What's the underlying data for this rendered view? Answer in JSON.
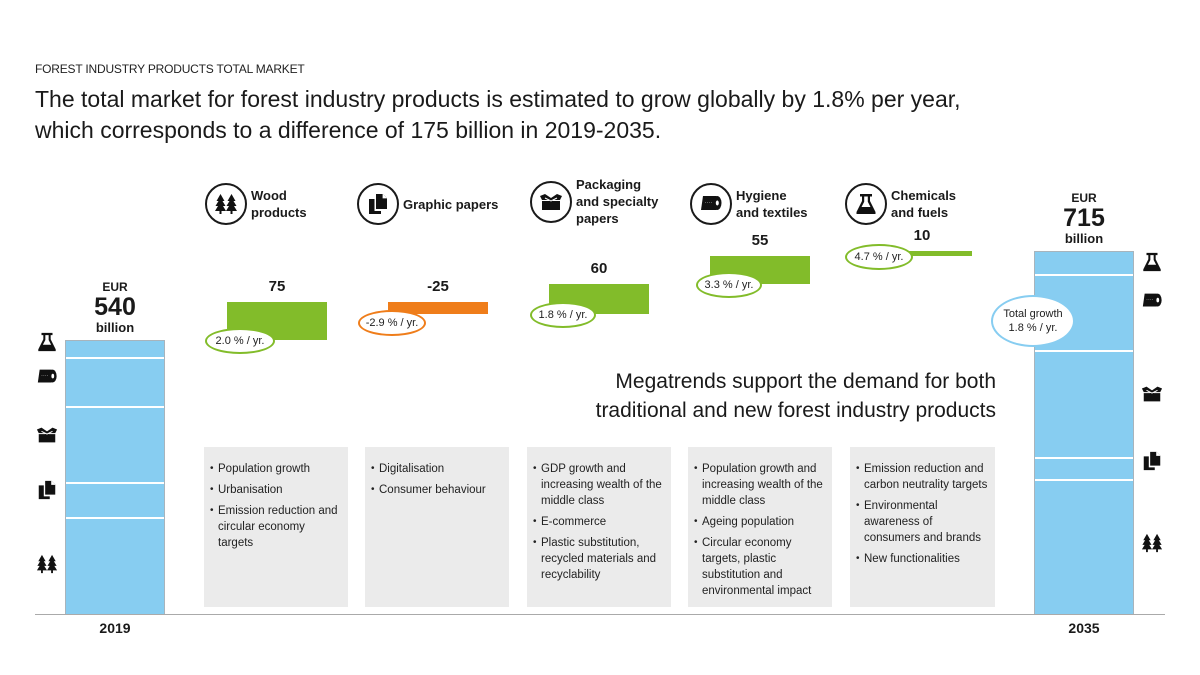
{
  "kicker": "FOREST INDUSTRY PRODUCTS TOTAL MARKET",
  "headline": {
    "line1": "The total market for forest industry products is estimated to grow globally by 1.8% per year,",
    "line2": "which corresponds to a difference of 175 billion in 2019-2035."
  },
  "megatrend": {
    "line1": "Megatrends support the demand for both",
    "line2": "traditional and new forest industry products"
  },
  "colors": {
    "total_bar": "#87cdf1",
    "growth": "#82bc2a",
    "decline": "#ef7d1a",
    "trend_box": "#ebebeb"
  },
  "chart_data": {
    "type": "bar",
    "title": "The total market for forest industry products is estimated to grow globally by 1.8% per year, which corresponds to a difference of 175 billion in 2019-2035.",
    "subtitle": "FOREST INDUSTRY PRODUCTS TOTAL MARKET",
    "xlabel": "",
    "ylabel": "EUR billion",
    "totals": [
      {
        "year": "2019",
        "currency": "EUR",
        "value": 540,
        "unit": "billion"
      },
      {
        "year": "2035",
        "currency": "EUR",
        "value": 715,
        "unit": "billion",
        "growth_label": "Total growth",
        "growth_rate": "1.8 % / yr."
      }
    ],
    "segments_order_bottom_to_top": [
      "Wood products",
      "Graphic papers",
      "Packaging and specialty papers",
      "Hygiene and textiles",
      "Chemicals and fuels"
    ],
    "categories": [
      "Wood products",
      "Graphic papers",
      "Packaging and specialty papers",
      "Hygiene and textiles",
      "Chemicals and fuels"
    ],
    "values": [
      75,
      -25,
      60,
      55,
      10
    ],
    "growth_rates": [
      "2.0 % / yr.",
      "-2.9 % / yr.",
      "1.8 % / yr.",
      "3.3 % / yr.",
      "4.7 % / yr."
    ],
    "segments_2019_approx": [
      190,
      70,
      150,
      95,
      35
    ],
    "segments_2035_approx": [
      265,
      45,
      210,
      150,
      45
    ],
    "ylim": [
      0,
      715
    ],
    "grid": false,
    "legend": "icons on sides of total bars"
  },
  "categories": [
    {
      "icon": "trees-icon",
      "title_lines": [
        "Wood",
        "products"
      ],
      "value_label": "75",
      "rate": "2.0 % / yr.",
      "trends": [
        "Population growth",
        "Urbanisation",
        "Emission reduction and circular economy targets"
      ]
    },
    {
      "icon": "documents-icon",
      "title_lines": [
        "Graphic papers"
      ],
      "value_label": "-25",
      "rate": "-2.9 % / yr.",
      "trends": [
        "Digitalisation",
        "Consumer behaviour"
      ]
    },
    {
      "icon": "box-icon",
      "title_lines": [
        "Packaging",
        "and specialty",
        "papers"
      ],
      "value_label": "60",
      "rate": "1.8 % / yr.",
      "trends": [
        "GDP growth and increasing wealth of the middle class",
        "E-commerce",
        "Plastic substitution, recycled materials and recyclability"
      ]
    },
    {
      "icon": "toilet-roll-icon",
      "title_lines": [
        "Hygiene",
        "and textiles"
      ],
      "value_label": "55",
      "rate": "3.3 % / yr.",
      "trends": [
        "Population growth and increasing wealth of the middle class",
        "Ageing population",
        "Circular economy targets, plastic substitution and environmental impact"
      ]
    },
    {
      "icon": "flask-icon",
      "title_lines": [
        "Chemicals",
        "and fuels"
      ],
      "value_label": "10",
      "rate": "4.7 % / yr.",
      "trends": [
        "Emission reduction and carbon neutrality targets",
        "Environmental awareness of consumers and brands",
        "New functionalities"
      ]
    }
  ]
}
